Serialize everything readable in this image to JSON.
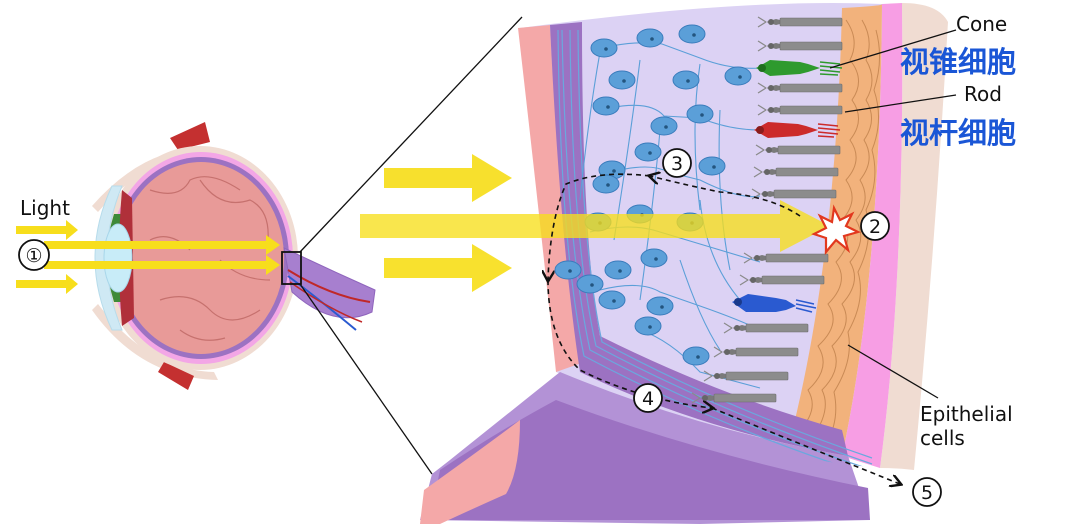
{
  "labels": {
    "light": "Light",
    "cone": "Cone",
    "cone_cn": "视锥细胞",
    "rod": "Rod",
    "rod_cn": "视杆细胞",
    "epithelial_line1": "Epithelial",
    "epithelial_line2": "cells"
  },
  "markers": [
    "①",
    "2",
    "3",
    "4",
    "5"
  ],
  "colors": {
    "light_arrow": "#f7de1c",
    "lens": "#c8ecf8",
    "eyeball": "#e89a98",
    "sclera_purple": "#9c72c2",
    "retina_bg": "#dcd2f4",
    "neuron": "#5b9fd8",
    "rod_cell": "#8c8c8c",
    "cone_green": "#2e9a2e",
    "cone_red": "#cc2a2a",
    "cone_blue": "#2a5ad0",
    "epithelium": "#f2b27c",
    "choroid": "#f79ee4",
    "outer_layer": "#f0dcd2",
    "chinese_text": "#1a56d6"
  }
}
